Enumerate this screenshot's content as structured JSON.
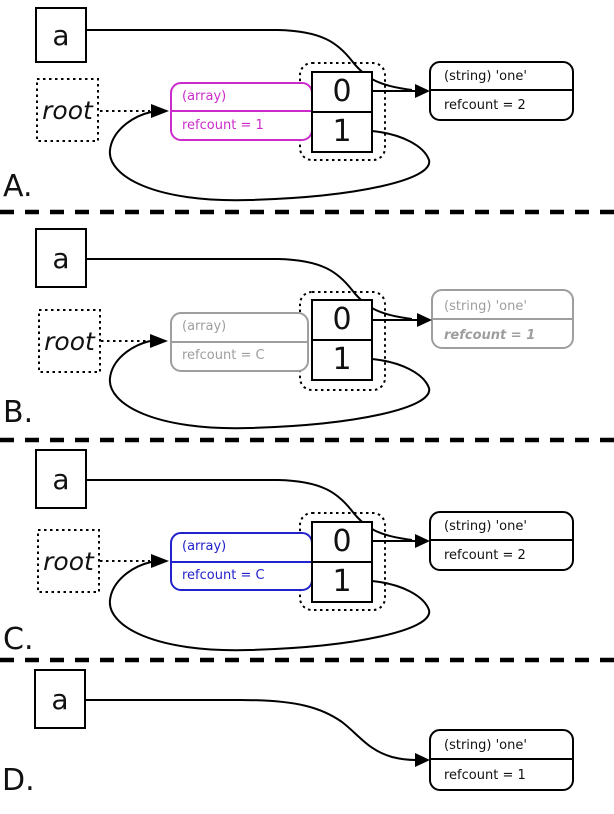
{
  "colors": {
    "magenta": "#cc2bcc",
    "blue": "#2222cc",
    "gray": "#9e9e9e",
    "line": "#000000"
  },
  "diagram": {
    "panels": [
      {
        "label": "A.",
        "variable": "a",
        "root": "root",
        "array": {
          "type": "(array)",
          "refcount": "refcount = 1",
          "color_key": "magenta"
        },
        "cells": [
          "0",
          "1"
        ],
        "string": {
          "type": "(string) 'one'",
          "refcount": "refcount = 2"
        }
      },
      {
        "label": "B.",
        "variable": "a",
        "root": "root",
        "array": {
          "type": "(array)",
          "refcount": "refcount = C",
          "color_key": "gray"
        },
        "cells": [
          "0",
          "1"
        ],
        "string": {
          "type": "(string) 'one'",
          "refcount": "refcount = 1"
        }
      },
      {
        "label": "C.",
        "variable": "a",
        "root": "root",
        "array": {
          "type": "(array)",
          "refcount": "refcount = C",
          "color_key": "blue"
        },
        "cells": [
          "0",
          "1"
        ],
        "string": {
          "type": "(string) 'one'",
          "refcount": "refcount = 2"
        }
      },
      {
        "label": "D.",
        "variable": "a",
        "string": {
          "type": "(string) 'one'",
          "refcount": "refcount = 1"
        }
      }
    ]
  }
}
